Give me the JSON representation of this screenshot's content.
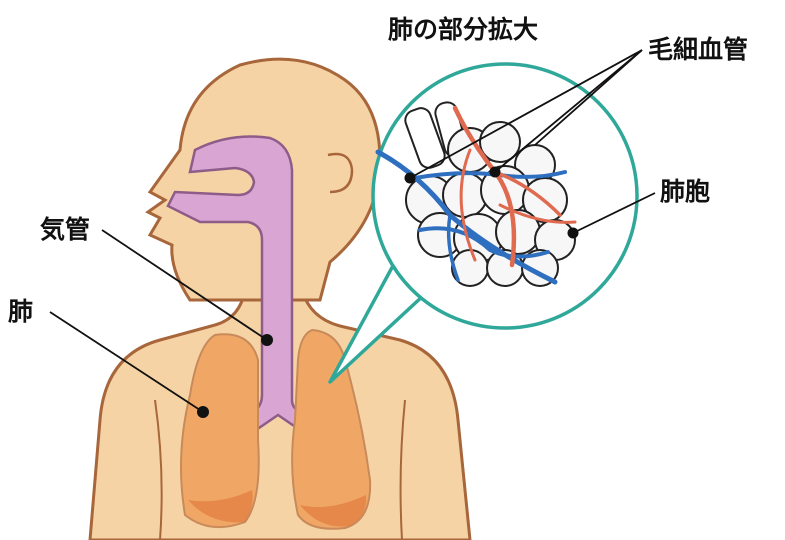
{
  "diagram": {
    "title": "肺の部分拡大",
    "labels": {
      "capillaries": "毛細血管",
      "alveoli": "肺胞",
      "trachea": "気管",
      "lung": "肺"
    }
  },
  "colors": {
    "skin": "#f6d3a4",
    "skin_outline": "#a8663b",
    "airway": "#d9a6d3",
    "airway_outline": "#8e5c88",
    "lung": "#f0a766",
    "lung_dark": "#e07a3e",
    "bubble_border": "#2fa89a",
    "artery": "#e06a4f",
    "vein": "#2f6fc0",
    "label_text": "#111111"
  }
}
